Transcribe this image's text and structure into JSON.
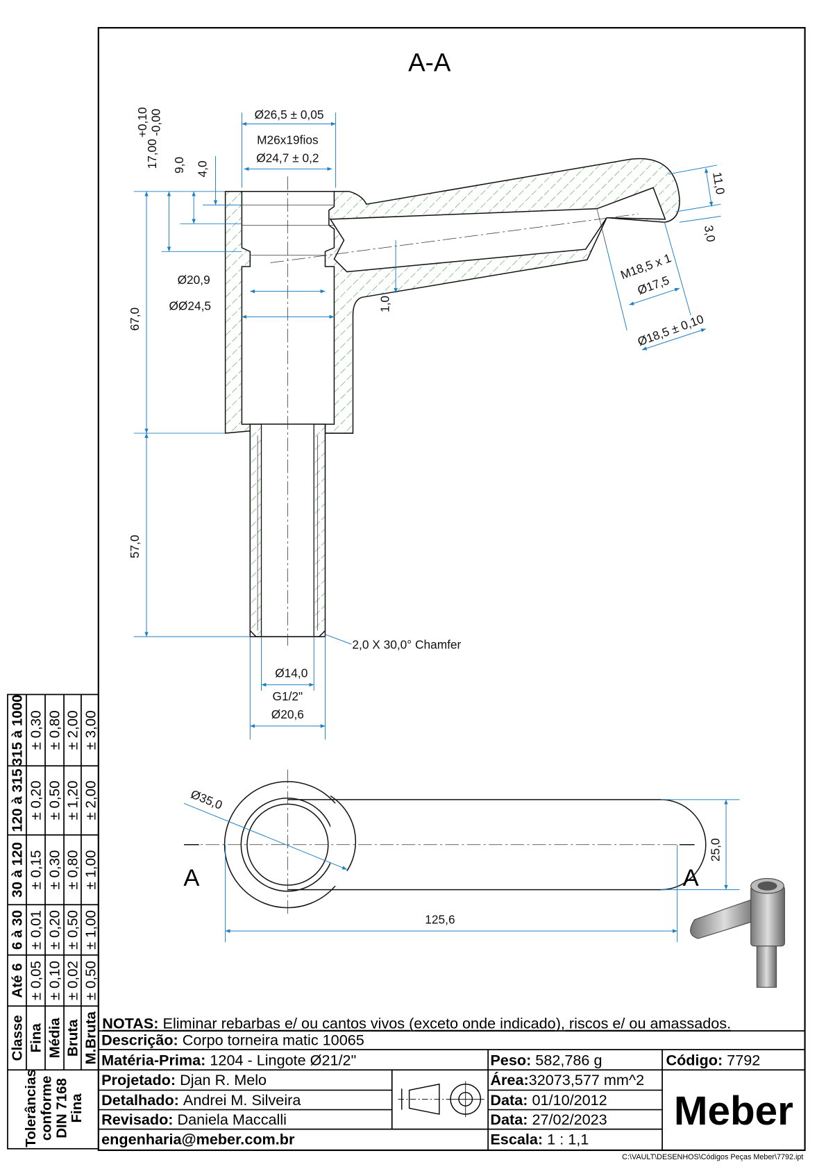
{
  "view": {
    "section_title": "A-A",
    "section_marker_left": "A",
    "section_marker_right": "A"
  },
  "dimensions": {
    "top_outer_dia": "Ø26,5 ± 0,05",
    "thread_spec": "M26x19fios",
    "thread_dia": "Ø24,7 ± 0,2",
    "depth_17": "17,00",
    "depth_17_tol_plus": "+0,10",
    "depth_17_tol_minus": "-0,00",
    "depth_9": "9,0",
    "depth_4": "4,0",
    "inner_dia_20_9": "Ø20,9",
    "inner_dia_24_5": "ØØ24,5",
    "height_67": "67,0",
    "height_57": "57,0",
    "wall_1": "1,0",
    "arm_11": "11,0",
    "arm_3": "3,0",
    "arm_thread": "M18,5 x 1",
    "arm_thread_dia": "Ø17,5",
    "arm_outer_dia": "Ø18,5 ± 0,10",
    "chamfer": "2,0 X 30,0° Chamfer",
    "stem_inner_dia": "Ø14,0",
    "stem_thread": "G1/2\"",
    "stem_outer_dia": "Ø20,6",
    "top_view_dia": "Ø35,0",
    "top_view_width": "25,0",
    "top_view_length": "125,6"
  },
  "tolerance_table": {
    "headers": [
      "Classe",
      "Até 6",
      "6 à 30",
      "30 à 120",
      "120 à 315",
      "315 à 1000"
    ],
    "rows": [
      {
        "classe": "Fina",
        "values": [
          "± 0,05",
          "± 0,01",
          "± 0,15",
          "± 0,20",
          "± 0,30"
        ]
      },
      {
        "classe": "Média",
        "values": [
          "± 0,10",
          "± 0,20",
          "± 0,30",
          "± 0,50",
          "± 0,80"
        ]
      },
      {
        "classe": "Bruta",
        "values": [
          "± 0,02",
          "± 0,50",
          "± 0,80",
          "± 1,20",
          "± 2,00"
        ]
      },
      {
        "classe": "M.Bruta",
        "values": [
          "± 0,50",
          "± 1,00",
          "± 1,00",
          "± 2,00",
          "± 3,00"
        ]
      }
    ],
    "footer_line1": "Tolerâncias",
    "footer_line2": "conforme",
    "footer_line3": "DIN 7168",
    "footer_line4": "Fina"
  },
  "title_block": {
    "notes_label": "NOTAS:",
    "notes_text": "Eliminar rebarbas e/ ou cantos vivos (exceto onde indicado), riscos e/ ou amassados.",
    "descricao_label": "Descrição:",
    "descricao": "Corpo torneira matic 10065",
    "materia_label": "Matéria-Prima:",
    "materia": "1204 - Lingote Ø21/2\"",
    "peso_label": "Peso:",
    "peso": "582,786 g",
    "codigo_label": "Código:",
    "codigo": "7792",
    "projetado_label": "Projetado:",
    "projetado": "Djan R. Melo",
    "area_label": "Área:",
    "area": "32073,577 mm^2",
    "detalhado_label": "Detalhado:",
    "detalhado": "Andrei M. Silveira",
    "data1_label": "Data:",
    "data1": "01/10/2012",
    "revisado_label": "Revisado:",
    "revisado": "Daniela Maccalli",
    "data2_label": "Data:",
    "data2": "27/02/2023",
    "email": "engenharia@meber.com.br",
    "escala_label": "Escala:",
    "escala": "1 : 1,1",
    "company": "Meber",
    "file_path": "C:\\VAULT\\DESENHOS\\Códigos Peças Meber\\7792.ipt"
  },
  "colors": {
    "hatch": "#2e9a2e",
    "dimension": "#1d7fc4"
  }
}
